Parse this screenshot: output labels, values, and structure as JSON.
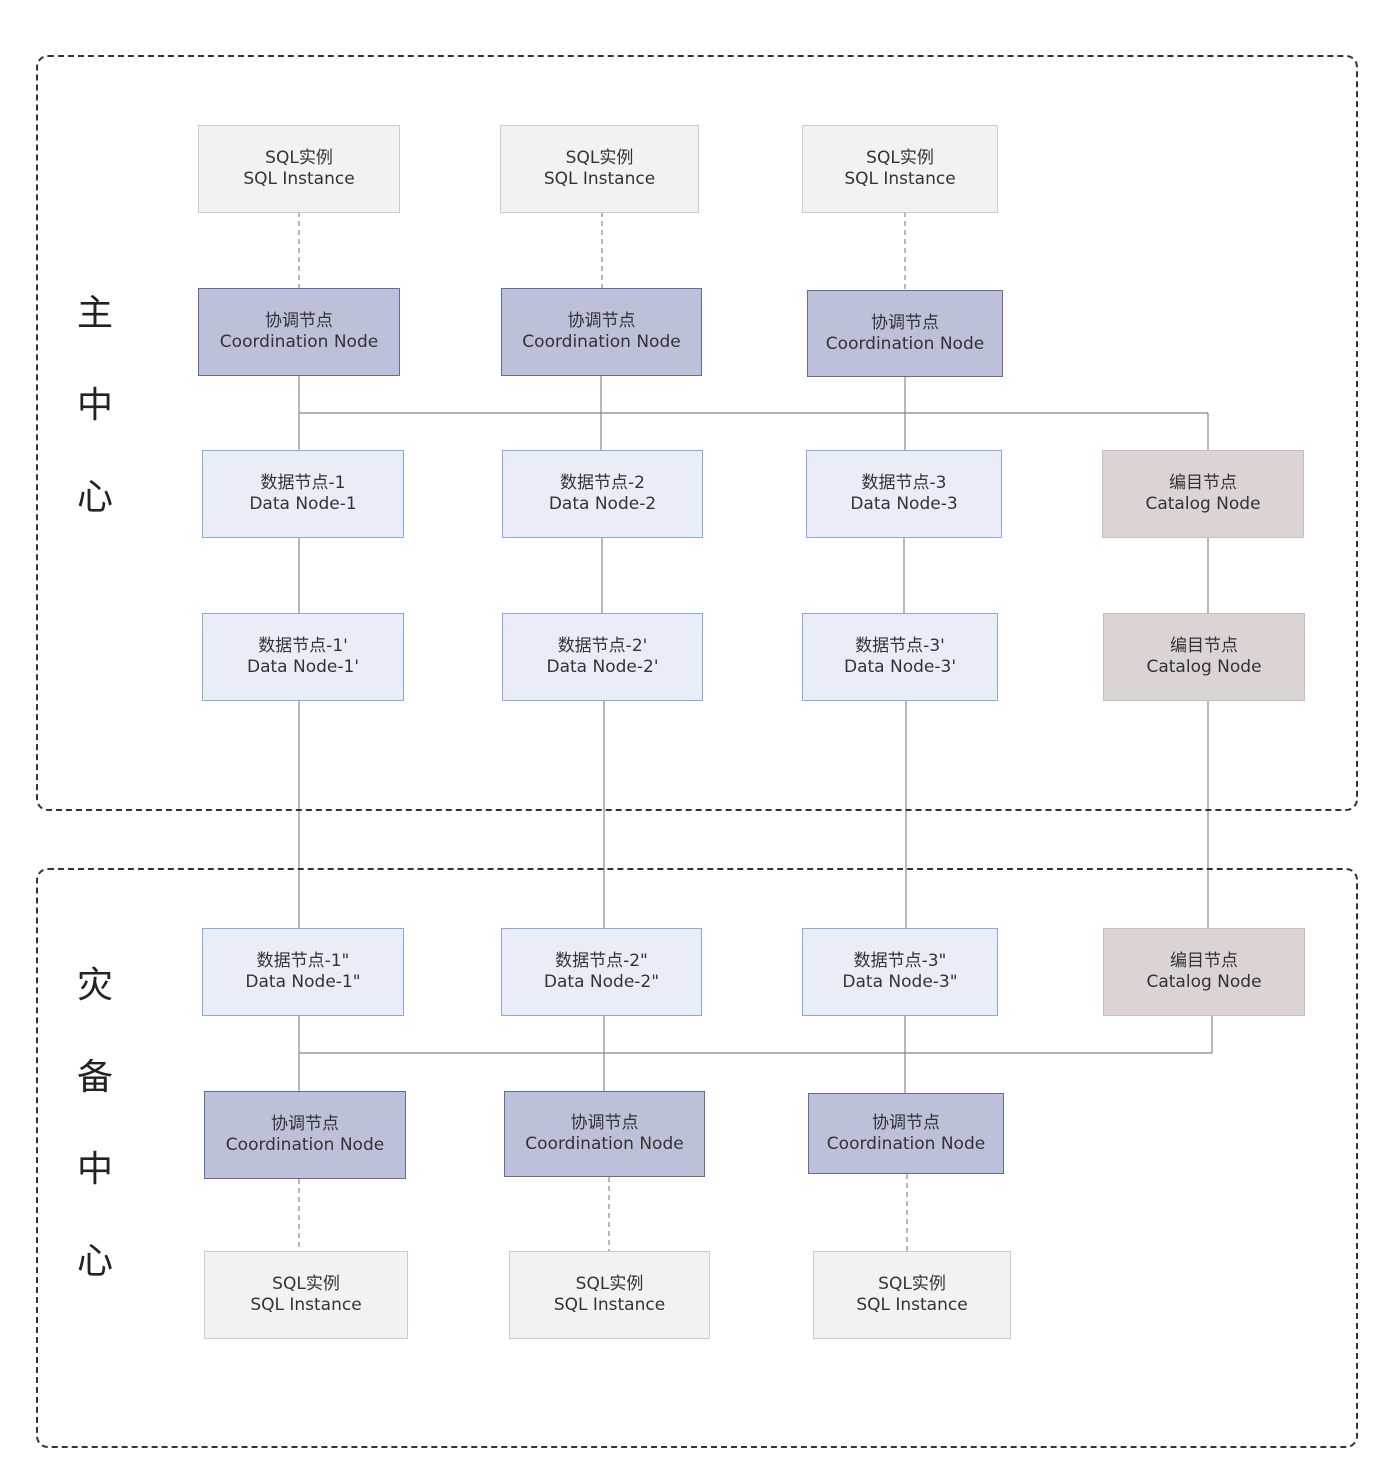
{
  "regions": {
    "primary": {
      "label_chars": [
        "主",
        "中",
        "心"
      ]
    },
    "standby": {
      "label_chars": [
        "灾",
        "备",
        "中",
        "心"
      ]
    }
  },
  "nodes": {
    "sql_instance": {
      "cn": "SQL实例",
      "en": "SQL Instance"
    },
    "coordination": {
      "cn": "协调节点",
      "en": "Coordination Node"
    },
    "catalog": {
      "cn": "编目节点",
      "en": "Catalog Node"
    },
    "data_1": {
      "cn": "数据节点-1",
      "en": "Data Node-1"
    },
    "data_2": {
      "cn": "数据节点-2",
      "en": "Data Node-2"
    },
    "data_3": {
      "cn": "数据节点-3",
      "en": "Data Node-3"
    },
    "data_1p": {
      "cn": "数据节点-1'",
      "en": "Data Node-1'"
    },
    "data_2p": {
      "cn": "数据节点-2'",
      "en": "Data Node-2'"
    },
    "data_3p": {
      "cn": "数据节点-3'",
      "en": "Data Node-3'"
    },
    "data_1pp": {
      "cn": "数据节点-1\"",
      "en": "Data Node-1\""
    },
    "data_2pp": {
      "cn": "数据节点-2\"",
      "en": "Data Node-2\""
    },
    "data_3pp": {
      "cn": "数据节点-3\"",
      "en": "Data Node-3\""
    }
  }
}
